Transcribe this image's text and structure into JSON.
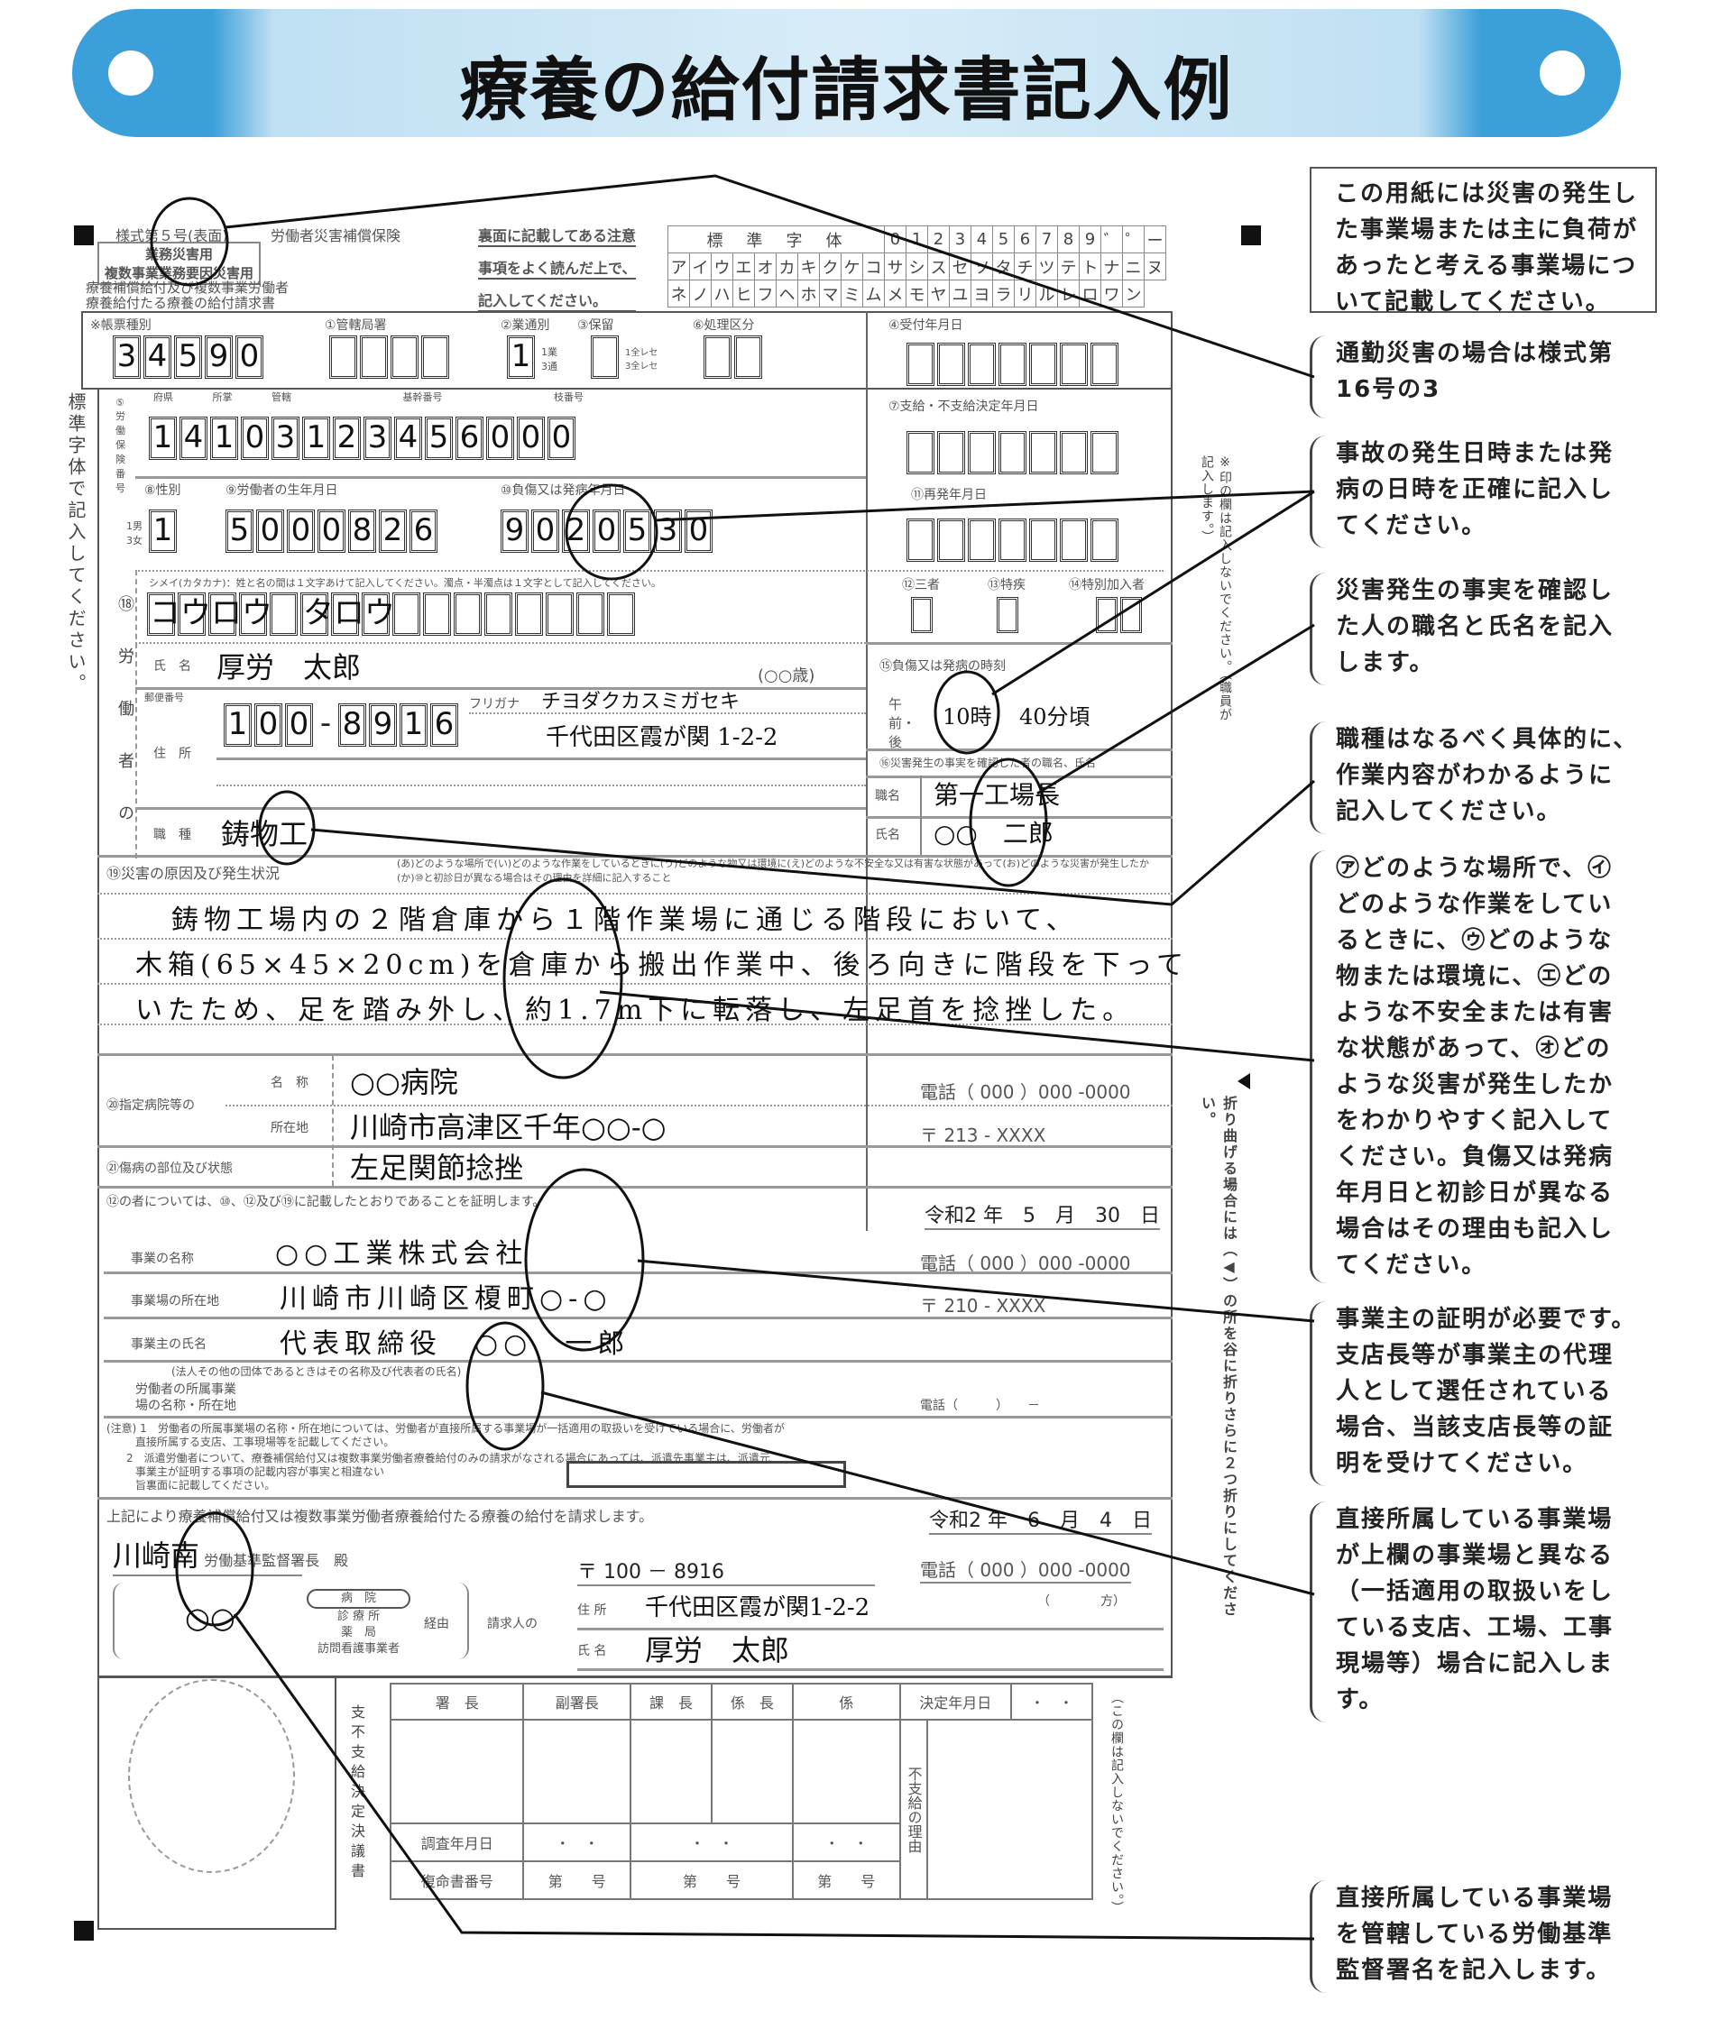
{
  "title": "療養の給付請求書記入例",
  "header": {
    "form_no": "様式第５号(表面)",
    "insurance": "労働者災害補償保険",
    "type_box": [
      "業務災害用",
      "複数事業業務要因災害用"
    ],
    "form_name": [
      "療養補償給付及び複数事業労働者",
      "療養給付たる療養の給付請求書"
    ],
    "notice": [
      "裏面に記載してある注意",
      "事項をよく読んだ上で、",
      "記入してください。"
    ],
    "std_label": "標　準　字　体",
    "std_row1": [
      "0",
      "1",
      "2",
      "3",
      "4",
      "5",
      "6",
      "7",
      "8",
      "9",
      "゛",
      "゜",
      "ー"
    ],
    "std_row2": [
      "ア",
      "イ",
      "ウ",
      "エ",
      "オ",
      "カ",
      "キ",
      "ク",
      "ケ",
      "コ",
      "サ",
      "シ",
      "ス",
      "セ",
      "ソ",
      "タ",
      "チ",
      "ツ",
      "テ",
      "ト",
      "ナ",
      "ニ",
      "ヌ"
    ],
    "std_row3": [
      "ネ",
      "ノ",
      "ハ",
      "ヒ",
      "フ",
      "ヘ",
      "ホ",
      "マ",
      "ミ",
      "ム",
      "メ",
      "モ",
      "ヤ",
      "ユ",
      "ヨ",
      "ラ",
      "リ",
      "ル",
      "レ",
      "ロ",
      "ワ",
      "ン"
    ]
  },
  "side_notes": {
    "left": "標準字体で記入してください。",
    "right_top": "※印の欄は記入しないでください。（職員が記入します。）",
    "right_fold": "折り曲げる場合には（◀）の所を谷に折りさらに２つ折りにしてください。",
    "bottom_table": "（この欄は記入しないでください。）"
  },
  "fields": {
    "form_type": {
      "label": "※帳票種別",
      "value": [
        "3",
        "4",
        "5",
        "9",
        "0"
      ]
    },
    "office": {
      "label": "①管轄局署",
      "value": [
        "",
        "",
        "",
        ""
      ]
    },
    "work_commute": {
      "label": "②業通別",
      "value": [
        "1"
      ],
      "options": "1業 3通"
    },
    "reserve": {
      "label": "③保留",
      "value": [
        ""
      ],
      "options": "1全レセ 3全レセ"
    },
    "processing": {
      "label": "⑥処理区分",
      "value": [
        "",
        ""
      ]
    },
    "received_date": {
      "label": "④受付年月日",
      "value": [
        "",
        "",
        "",
        "",
        "",
        "",
        ""
      ]
    },
    "insurance_no": {
      "label": "⑤労働保険番号",
      "sub": [
        "府県",
        "所掌",
        "管轄",
        "基幹番号",
        "枝番号"
      ],
      "value": [
        "1",
        "4",
        "1",
        "0",
        "3",
        "1",
        "2",
        "3",
        "4",
        "5",
        "6",
        "0",
        "0",
        "0"
      ]
    },
    "decision_date": {
      "label": "⑦支給・不支給決定年月日",
      "value": [
        "",
        "",
        "",
        "",
        "",
        "",
        ""
      ]
    },
    "sex": {
      "label": "⑧性別",
      "value": [
        "1"
      ],
      "options": "1男 3女"
    },
    "birth_date": {
      "label": "⑨労働者の生年月日",
      "value": [
        "5",
        "0",
        "0",
        "0",
        "8",
        "2",
        "6"
      ]
    },
    "injury_date": {
      "label": "⑩負傷又は発病年月日",
      "value": [
        "9",
        "0",
        "2",
        "0",
        "5",
        "3",
        "0"
      ]
    },
    "recurrence_date": {
      "label": "⑪再発年月日",
      "value": [
        "",
        "",
        "",
        "",
        "",
        "",
        ""
      ]
    },
    "kana_name": {
      "label": "シメイ(カタカナ)：姓と名の間は１文字あけて記入してください。濁点・半濁点は１文字として記入してください。",
      "value": [
        "コ",
        "ウ",
        "ロ",
        "ウ",
        "",
        "タ",
        "ロ",
        "ウ",
        "",
        "",
        "",
        "",
        "",
        "",
        "",
        ""
      ]
    },
    "third_party": {
      "label": "⑫三者"
    },
    "special_disease": {
      "label": "⑬特疾"
    },
    "special_member": {
      "label": "⑭特別加入者"
    },
    "worker_section_label": "⑱労働者の",
    "name": {
      "label": "氏　名",
      "value": "厚労　太郎",
      "age": "(○○歳)"
    },
    "injury_time": {
      "label": "⑮負傷又は発病の時刻",
      "ampm": "午前・後",
      "hour": "10時",
      "minute": "40分頃"
    },
    "postal": {
      "label": "郵便番号",
      "value": [
        "1",
        "0",
        "0",
        "-",
        "8",
        "9",
        "1",
        "6"
      ]
    },
    "furigana": {
      "label": "フリガナ",
      "value": "チヨダクカスミガセキ"
    },
    "address": {
      "label": "住　所",
      "value": "千代田区霞が関 1-2-2"
    },
    "witness": {
      "label": "⑯災害発生の事実を確認した者の職名、氏名",
      "title_label": "職名",
      "title": "第一工場長",
      "name_label": "氏名",
      "name": "○○　二郎"
    },
    "job": {
      "label": "職　種",
      "value": "鋳物工"
    },
    "cause": {
      "label": "⑲災害の原因及び発生状況",
      "hint": "(あ)どのような場所で(い)どのような作業をしているときに(う)どのような物又は環境に(え)どのような不安全な又は有害な状態があって(お)どのような災害が発生したか(か)⑩と初診日が異なる場合はその理由を詳細に記入すること",
      "lines": [
        "鋳物工場内の２階倉庫から１階作業場に通じる階段において、",
        "木箱(65×45×20cm)を倉庫から搬出作業中、後ろ向きに階段を下って",
        "いたため、足を踏み外し、約1.7m下に転落し、左足首を捻挫した。"
      ]
    },
    "hospital": {
      "label": "⑳指定病院等の",
      "name_label": "名　称",
      "name": "○○病院",
      "phone": "電話（ 000 ）000 -0000",
      "addr_label": "所在地",
      "addr": "川崎市高津区千年○○-○",
      "zip": "〒 213 - XXXX"
    },
    "injury_part": {
      "label": "㉑傷病の部位及び状態",
      "value": "左足関節捻挫"
    },
    "cert": {
      "statement": "⑫の者については、⑩、⑫及び⑲に記載したとおりであることを証明します。",
      "date": "令和2 年　5　月　30　日",
      "biz_label": "事業の名称",
      "biz": "○○工業株式会社",
      "biz_phone": "電話（ 000 ）000 -0000",
      "loc_label": "事業場の所在地",
      "loc": "川崎市川崎区榎町○-○",
      "loc_zip": "〒 210 - XXXX",
      "owner_label": "事業主の氏名",
      "owner": "代表取締役　○○　一郎",
      "owner_note": "(法人その他の団体であるときはその名称及び代表者の氏名)",
      "branch_label": [
        "労働者の所属事業",
        "場の名称・所在地"
      ],
      "branch_phone": "電話（　　　）　　－"
    },
    "caution": [
      "(注意) 1　労働者の所属事業場の名称・所在地については、労働者が直接所属する事業場が一括適用の取扱いを受けている場合に、労働者が",
      "直接所属する支店、工事現場等を記載してください。",
      "2　派遣労働者について、療養補償給付又は複数事業労働者療養給付のみの請求がなされる場合にあっては、派遣先事業主は、派遣元",
      "事業主が証明する事項の記載内容が事実と相違ない",
      "旨裏面に記載してください。"
    ],
    "request": {
      "statement": "上記により療養補償給付又は複数事業労働者療養給付たる療養の給付を請求します。",
      "date": "令和2 年　6　月　4　日",
      "office": "川崎南",
      "office_suffix": "労働基準監督署長　殿",
      "via": [
        "病　院",
        "診 療 所",
        "薬　局",
        "訪問看護事業者"
      ],
      "via_suffix": "経由",
      "via_name": "○○",
      "claimant_label": "請求人の",
      "zip": "〒 100 － 8916",
      "phone": "電話（ 000 ）000 -0000",
      "addr_label": "住 所",
      "addr": "千代田区霞が関1-2-2",
      "care_of": "（　　　　方）",
      "name_label": "氏 名",
      "name": "厚労　太郎"
    }
  },
  "office_table": {
    "side_label": "支不支給決定決議書",
    "headers": [
      "署　長",
      "副署長",
      "課　長",
      "係　長",
      "係",
      "決定年月日"
    ],
    "decision_value": "・　・",
    "review_label": "調査年月日",
    "review_values": [
      "・　・",
      "・　・",
      "・　・"
    ],
    "report_label": "復命書番号",
    "report_values": [
      "第　　号",
      "第　　号",
      "第　　号"
    ],
    "reason_label": "不支給の理由"
  },
  "annotations": [
    "この用紙には災害の発生し\nた事業場または主に負荷が\nあったと考える事業場につ\nいて記載してください。",
    "通勤災害の場合は様式第\n16号の3",
    "事故の発生日時または発\n病の日時を正確に記入し\nてください。",
    "災害発生の事実を確認し\nた人の職名と氏名を記入\nします。",
    "職種はなるべく具体的に、\n作業内容がわかるように\n記入してください。",
    "㋐どのような場所で、㋑\nどのような作業をしてい\nるときに、㋒どのような\n物または環境に、㋓どの\nような不安全または有害\nな状態があって、㋔どの\nような災害が発生したか\nをわかりやすく記入して\nください。負傷又は発病\n年月日と初診日が異なる\n場合はその理由も記入し\nてください。",
    "事業主の証明が必要です。\n支店長等が事業主の代理\n人として選任されている\n場合、当該支店長等の証\n明を受けてください。",
    "直接所属している事業場\nが上欄の事業場と異なる\n（一括適用の取扱いをし\nている支店、工場、工事\n現場等）場合に記入しま\nす。",
    "直接所属している事業場\nを管轄している労働基準\n監督署名を記入します。"
  ],
  "colors": {
    "banner_end": "#3b9fd9",
    "banner_mid": "#d8ecf8"
  }
}
